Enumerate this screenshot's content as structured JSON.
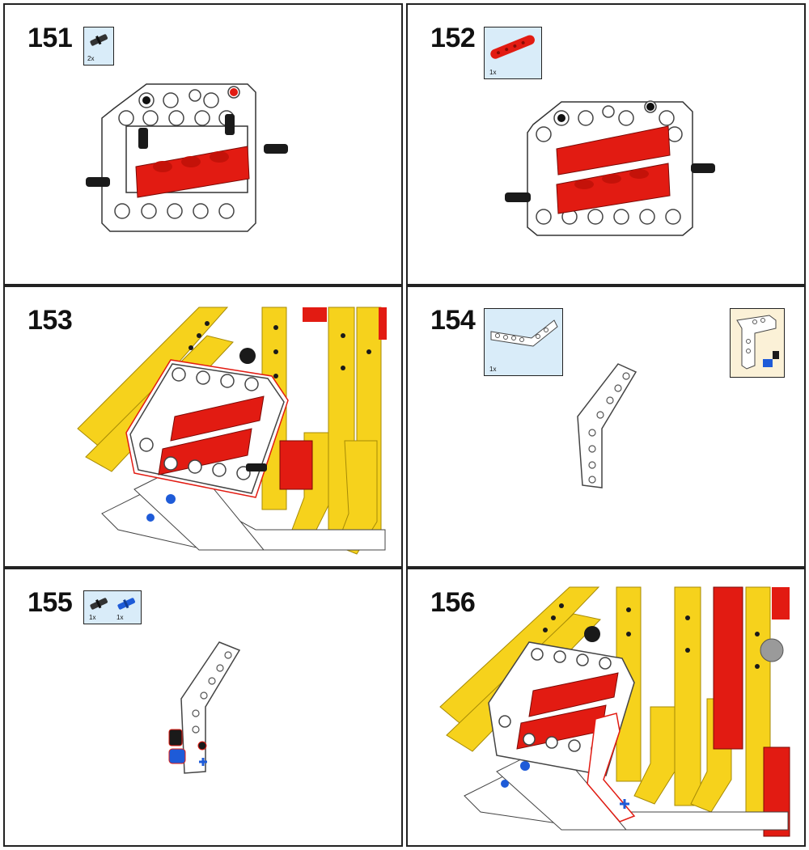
{
  "steps": [
    {
      "number": "151",
      "parts": [
        {
          "name": "friction-pin-black",
          "qty": "2x"
        }
      ]
    },
    {
      "number": "152",
      "parts": [
        {
          "name": "red-beam-5",
          "qty": "1x"
        }
      ]
    },
    {
      "number": "153",
      "parts": []
    },
    {
      "number": "154",
      "parts": [
        {
          "name": "white-angled-beam-4x6",
          "qty": "1x"
        }
      ]
    },
    {
      "number": "155",
      "parts": [
        {
          "name": "friction-pin-black",
          "qty": "1x"
        },
        {
          "name": "axle-pin-blue",
          "qty": "1x"
        }
      ]
    },
    {
      "number": "156",
      "parts": []
    }
  ],
  "colors": {
    "red": "#e21b12",
    "yellow": "#f6d21c",
    "white": "#ffffff",
    "black": "#1a1a1a",
    "blue": "#1e5bd8",
    "callout_blue": "#d9ecf9",
    "callout_cream": "#fbf1d7"
  }
}
